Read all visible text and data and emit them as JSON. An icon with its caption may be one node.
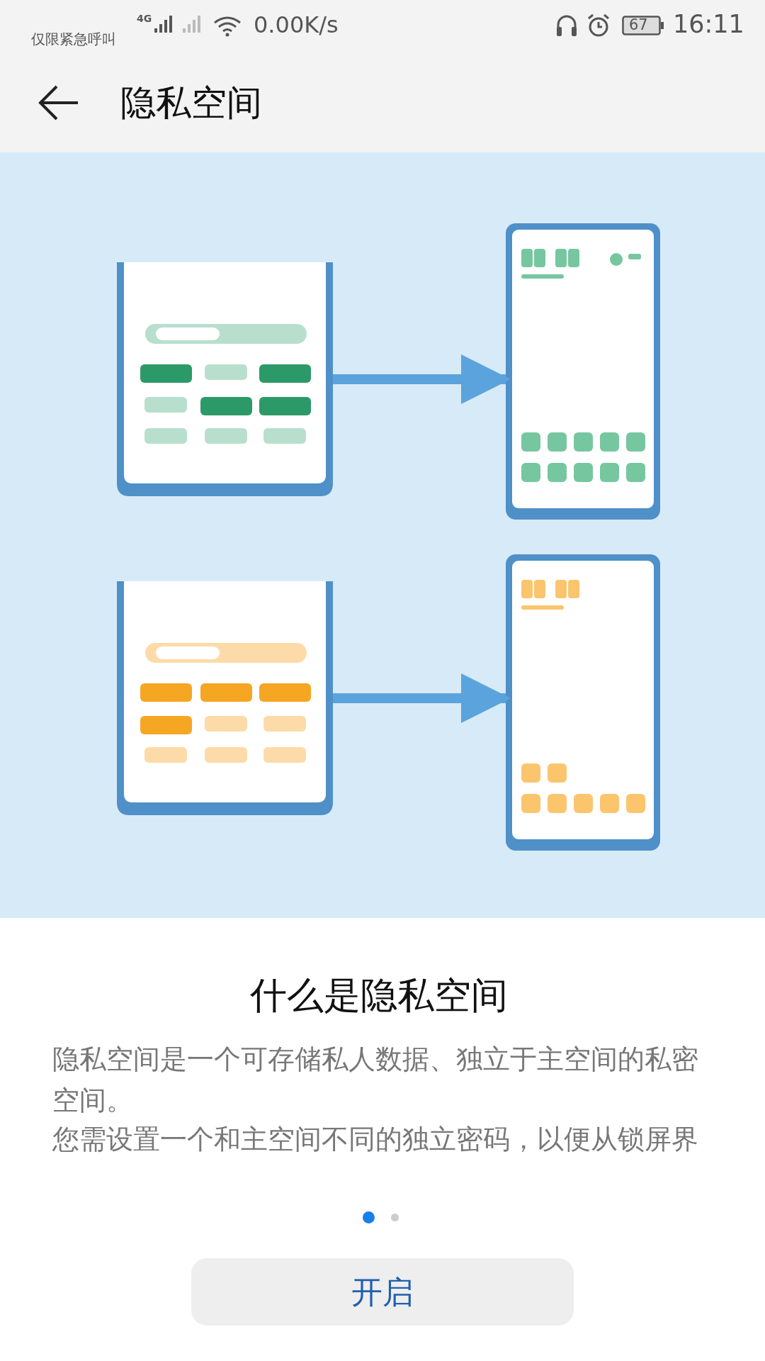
{
  "diagram": {
    "title": "隐私空间",
    "nodes": [
      {
        "text": [],
        "shape": "picture"
      },
      {
        "text": [],
        "shape": "picture"
      },
      {
        "text": [],
        "shape": "picture"
      },
      {
        "text": [],
        "shape": "picture"
      }
    ],
    "edges": [
      {
        "from": 0,
        "to": 1,
        "arrow": "to"
      },
      {
        "from": 2,
        "to": 3,
        "arrow": "to"
      }
    ],
    "labels": [
      "仅限紧急呼叫",
      "4G",
      "0.00K/s",
      "67",
      "16:11",
      "什么是隐私空间",
      "隐私空间是一个可存储私人数据、独立于主空间的私密空间。",
      "您需设置一个和主空间不同的独立密码，以便从锁屏界",
      "开启"
    ]
  }
}
